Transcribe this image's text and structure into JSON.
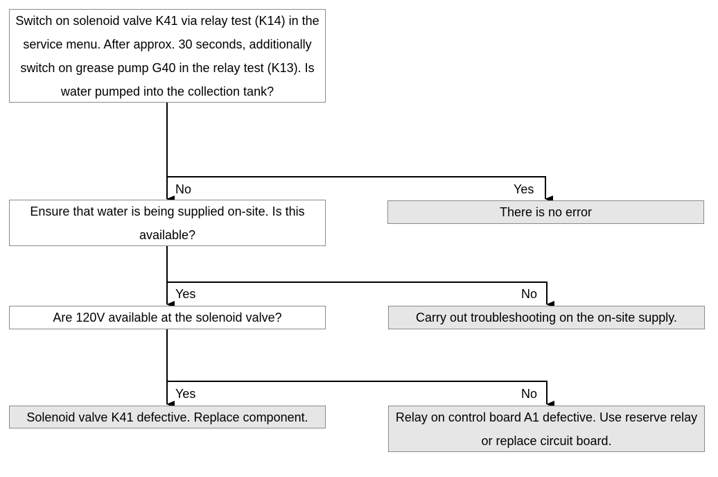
{
  "flowchart": {
    "q1": "Switch on solenoid valve K41 via relay test (K14) in the service menu. After approx. 30 seconds, additionally switch on grease pump G40 in the relay test (K13). Is water pumped into the collection tank?",
    "q2": "Ensure that water is being supplied on-site. Is this available?",
    "q3": "Are 120V available at the solenoid valve?",
    "r1": "There is no error",
    "r2": "Carry out troubleshooting on the on-site supply.",
    "r3": "Solenoid valve K41 defective. Replace component.",
    "r4": "Relay on control board A1 defective. Use reserve relay or replace circuit board.",
    "branch_labels": {
      "b1_left": "No",
      "b1_right": "Yes",
      "b2_left": "Yes",
      "b2_right": "No",
      "b3_left": "Yes",
      "b3_right": "No"
    }
  }
}
